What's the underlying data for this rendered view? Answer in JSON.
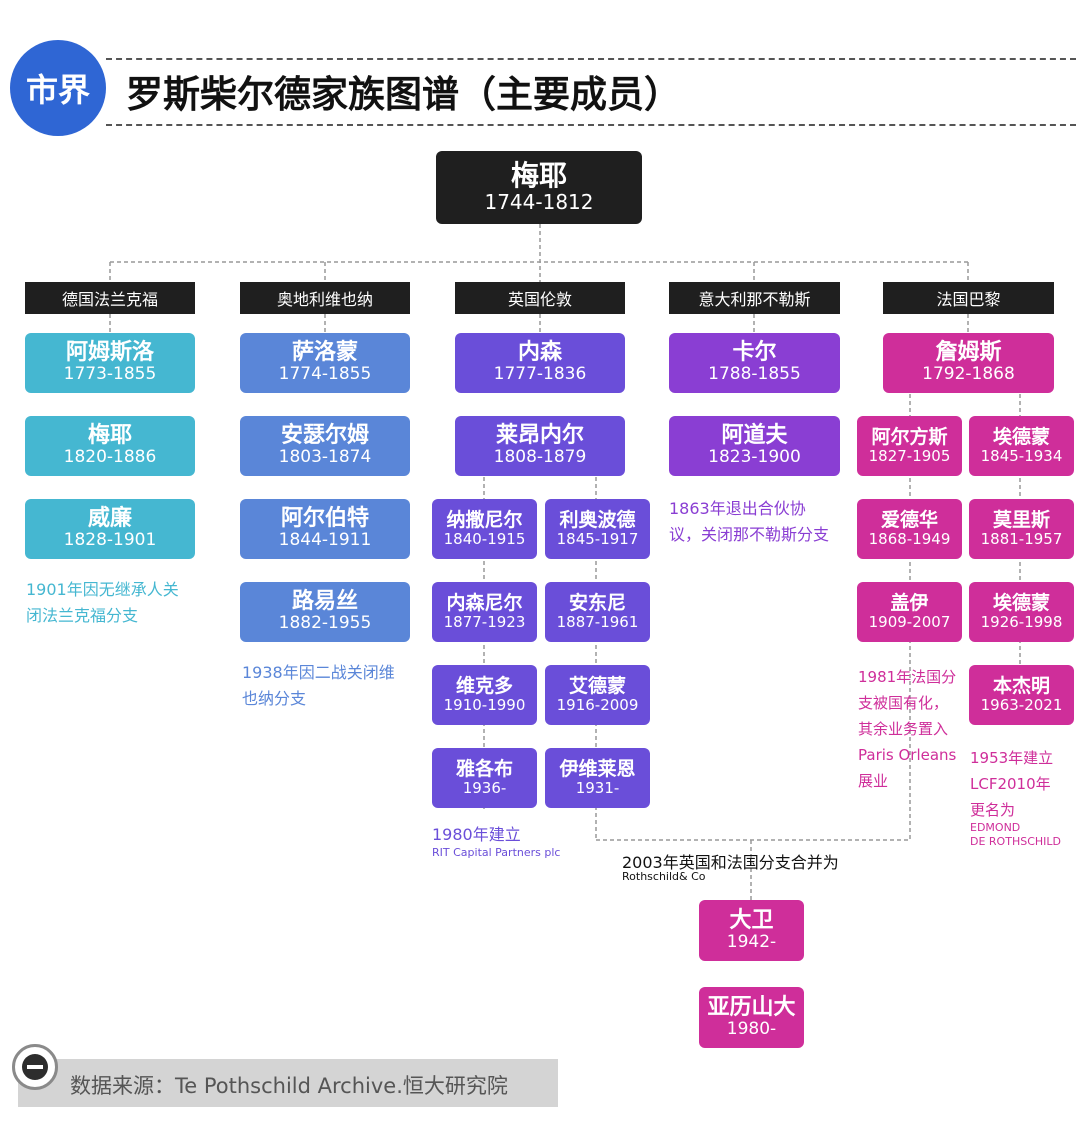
{
  "header": {
    "logo_text": "市界",
    "title": "罗斯柴尔德家族图谱（主要成员）"
  },
  "root": {
    "name": "梅耶",
    "years": "1744-1812"
  },
  "branches": {
    "frankfurt": {
      "city": "德国法兰克福",
      "color": "#45b7d1",
      "members": [
        {
          "name": "阿姆斯洛",
          "years": "1773-1855"
        },
        {
          "name": "梅耶",
          "years": "1820-1886"
        },
        {
          "name": "威廉",
          "years": "1828-1901"
        }
      ],
      "note": [
        "1901年因无继承人关",
        "闭法兰克福分支"
      ]
    },
    "vienna": {
      "city": "奥地利维也纳",
      "color": "#5a86d8",
      "members": [
        {
          "name": "萨洛蒙",
          "years": "1774-1855"
        },
        {
          "name": "安瑟尔姆",
          "years": "1803-1874"
        },
        {
          "name": "阿尔伯特",
          "years": "1844-1911"
        },
        {
          "name": "路易丝",
          "years": "1882-1955"
        }
      ],
      "note": [
        "1938年因二战关闭维",
        "也纳分支"
      ]
    },
    "london": {
      "city": "英国伦敦",
      "color": "#6a4ed9",
      "members": [
        {
          "name": "内森",
          "years": "1777-1836"
        },
        {
          "name": "莱昂内尔",
          "years": "1808-1879"
        }
      ],
      "left_column": [
        {
          "name": "纳撒尼尔",
          "years": "1840-1915"
        },
        {
          "name": "内森尼尔",
          "years": "1877-1923"
        },
        {
          "name": "维克多",
          "years": "1910-1990"
        },
        {
          "name": "雅各布",
          "years": "1936-"
        }
      ],
      "right_column": [
        {
          "name": "利奥波德",
          "years": "1845-1917"
        },
        {
          "name": "安东尼",
          "years": "1887-1961"
        },
        {
          "name": "艾德蒙",
          "years": "1916-2009"
        },
        {
          "name": "伊维莱恩",
          "years": "1931-"
        }
      ],
      "note": "1980年建立",
      "note_small": "RIT Capital Partners plc"
    },
    "naples": {
      "city": "意大利那不勒斯",
      "color": "#8a3ed3",
      "members": [
        {
          "name": "卡尔",
          "years": "1788-1855"
        },
        {
          "name": "阿道夫",
          "years": "1823-1900"
        }
      ],
      "note": [
        "1863年退出合伙协",
        "议，关闭那不勒斯分支"
      ]
    },
    "paris": {
      "city": "法国巴黎",
      "color": "#cf2e9a",
      "members": [
        {
          "name": "詹姆斯",
          "years": "1792-1868"
        }
      ],
      "left_column": [
        {
          "name": "阿尔方斯",
          "years": "1827-1905"
        },
        {
          "name": "爱德华",
          "years": "1868-1949"
        },
        {
          "name": "盖伊",
          "years": "1909-2007"
        }
      ],
      "right_column": [
        {
          "name": "埃德蒙",
          "years": "1845-1934"
        },
        {
          "name": "莫里斯",
          "years": "1881-1957"
        },
        {
          "name": "埃德蒙",
          "years": "1926-1998"
        },
        {
          "name": "本杰明",
          "years": "1963-2021"
        }
      ],
      "note_left": [
        "1981年法国分",
        "支被国有化，",
        "其余业务置入",
        "Paris Orleans",
        "展业"
      ],
      "note_right": [
        "1953年建立",
        "LCF2010年",
        "更名为"
      ],
      "note_right_small": [
        "EDMOND",
        "DE ROTHSCHILD"
      ]
    }
  },
  "merger": {
    "note": "2003年英国和法国分支合并为",
    "note_small": "Rothschild& Co",
    "members": [
      {
        "name": "大卫",
        "years": "1942-"
      },
      {
        "name": "亚历山大",
        "years": "1980-"
      }
    ]
  },
  "source": {
    "text": "数据来源：Te Pothschild Archive.恒大研究院"
  }
}
